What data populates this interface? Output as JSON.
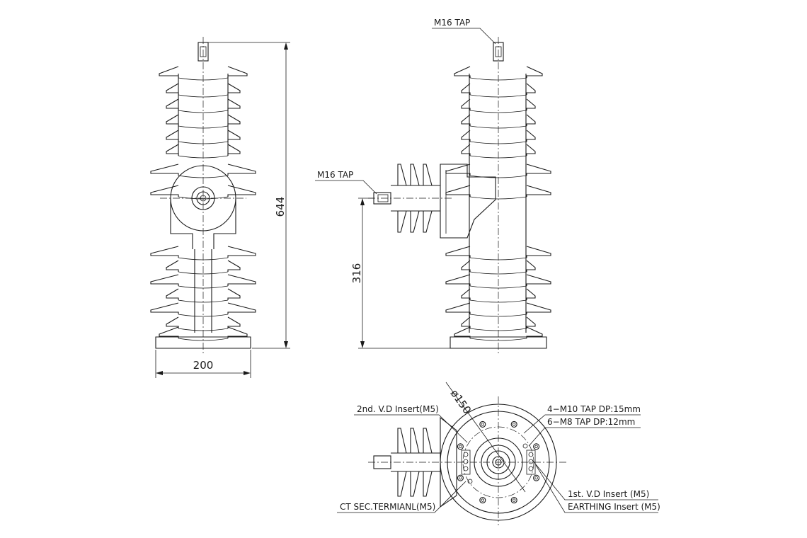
{
  "labels": {
    "m16_tap_top": "M16  TAP",
    "m16_tap_side": "M16  TAP",
    "nd2_vd_insert": "2nd. V.D Insert(M5)",
    "m10_tap": "4−M10 TAP DP:15mm",
    "m8_tap": "6−M8 TAP DP:12mm",
    "st1_vd_insert": "1st. V.D Insert (M5)",
    "earthing_insert": "EARTHING Insert (M5)",
    "ct_sec_terminal": "CT SEC.TERMIANL(M5)"
  },
  "dimensions": {
    "overall_height": "644",
    "base_width": "200",
    "side_tap_height": "316",
    "bolt_circle_diameter": "ø150"
  }
}
